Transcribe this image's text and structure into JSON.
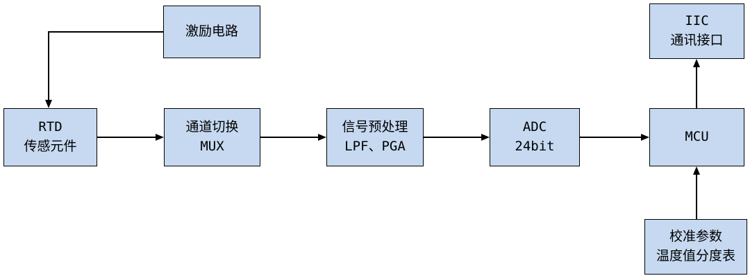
{
  "diagram_type": "block-diagram",
  "colors": {
    "box_fill": "#c6d9f1",
    "box_border": "#000000",
    "arrow": "#000000",
    "background": "#ffffff"
  },
  "nodes": {
    "excitation": {
      "line1": "激励电路",
      "line2": ""
    },
    "rtd": {
      "line1": "RTD",
      "line2": "传感元件"
    },
    "mux": {
      "line1": "通道切换",
      "line2": "MUX"
    },
    "preproc": {
      "line1": "信号预处理",
      "line2": "LPF、PGA"
    },
    "adc": {
      "line1": "ADC",
      "line2": "24bit"
    },
    "mcu": {
      "line1": "MCU",
      "line2": ""
    },
    "iic": {
      "line1": "IIC",
      "line2": "通讯接口"
    },
    "cal": {
      "line1": "校准参数",
      "line2": "温度值分度表"
    }
  },
  "connections": [
    {
      "from": "excitation",
      "to": "rtd"
    },
    {
      "from": "rtd",
      "to": "mux"
    },
    {
      "from": "mux",
      "to": "preproc"
    },
    {
      "from": "preproc",
      "to": "adc"
    },
    {
      "from": "adc",
      "to": "mcu"
    },
    {
      "from": "mcu",
      "to": "iic"
    },
    {
      "from": "cal",
      "to": "mcu"
    }
  ]
}
